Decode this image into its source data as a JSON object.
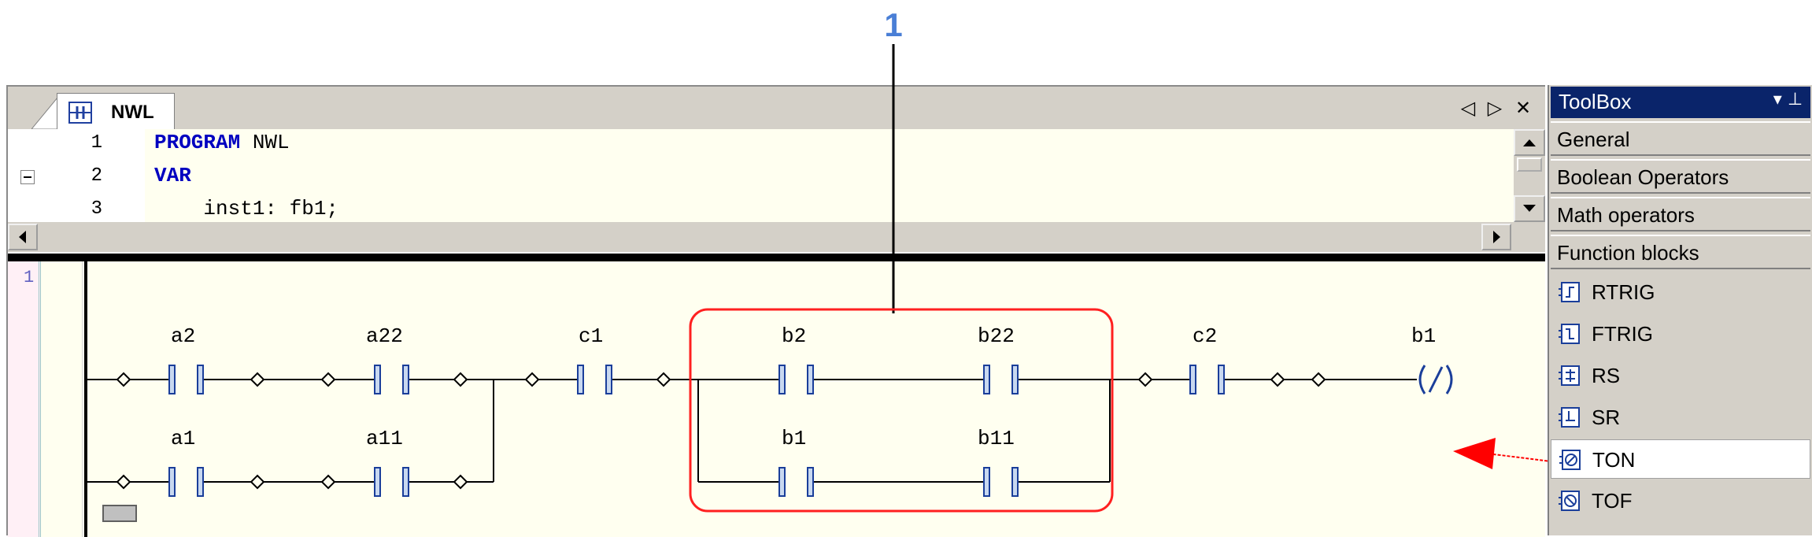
{
  "callout": {
    "number": "1"
  },
  "editor": {
    "tab_label": "NWL",
    "nav": {
      "prev": "◁",
      "next": "▷",
      "close": "✕"
    },
    "code": [
      {
        "line_no": "1",
        "keyword": "PROGRAM",
        "rest": " NWL"
      },
      {
        "line_no": "2",
        "keyword": "VAR",
        "rest": ""
      },
      {
        "line_no": "3",
        "keyword": "",
        "rest": "    inst1: fb1;"
      }
    ],
    "ladder": {
      "network_no": "1",
      "contacts": {
        "a2": "a2",
        "a22": "a22",
        "c1": "c1",
        "b2": "b2",
        "b22": "b22",
        "c2": "c2",
        "coil": "b1",
        "a1": "a1",
        "a11": "a11",
        "b1": "b1",
        "b11": "b11"
      }
    }
  },
  "toolbox": {
    "title": "ToolBox",
    "title_icons": "▾  ⊥",
    "categories": [
      "General",
      "Boolean Operators",
      "Math operators",
      "Function blocks"
    ],
    "items": [
      {
        "label": "RTRIG",
        "icon": "rtrig-icon"
      },
      {
        "label": "FTRIG",
        "icon": "ftrig-icon"
      },
      {
        "label": "RS",
        "icon": "rs-icon"
      },
      {
        "label": "SR",
        "icon": "sr-icon"
      },
      {
        "label": "TON",
        "icon": "ton-icon"
      },
      {
        "label": "TOF",
        "icon": "tof-icon"
      }
    ],
    "selected_item": "TON"
  },
  "colors": {
    "callout": "#4a7fd6",
    "highlight_box": "#ff2020",
    "arrow": "#ff0000",
    "title_bar": "#0a246a",
    "ladder_bg": "#fffff0"
  }
}
